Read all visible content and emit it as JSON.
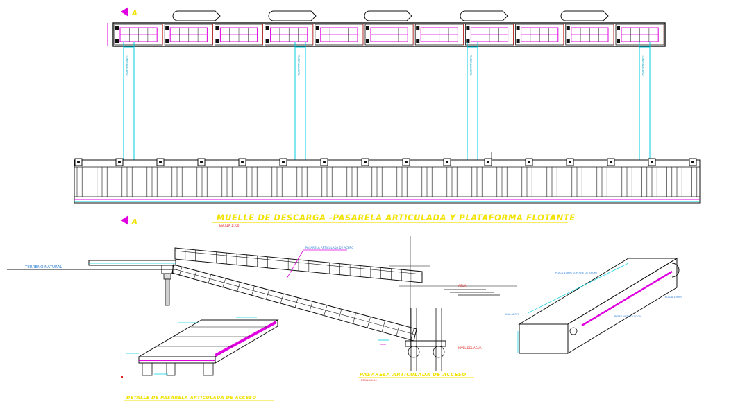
{
  "section_marker": {
    "letter": "A",
    "arrow_color": "#e000e0"
  },
  "main_title": "MUELLE DE DESCARGA -PASARELA ARTICULADA Y PLATAFORMA FLOTANTE",
  "main_scale": "ESCALA 1:100",
  "terrain_label": "TERRENO NATURAL",
  "walkway_label": "PASARELA ARTICULADA DE ACCESO",
  "walkway_scale": "ESCALA 1:50",
  "detail_label": "DETALLE DE PASARELA ARTICULADA DE ACCESO",
  "water_label": "AGUA",
  "water_level_label": "NIVEL DEL AGUA",
  "colors": {
    "title": "#f2e200",
    "cyan": "#00cfe0",
    "magenta": "#e000e0",
    "black": "#111111",
    "red": "#e02020",
    "blue": "#2a7fd8"
  },
  "plan": {
    "module_count": 11,
    "post_count": 16,
    "float_count": 5,
    "pile_count": 4
  }
}
